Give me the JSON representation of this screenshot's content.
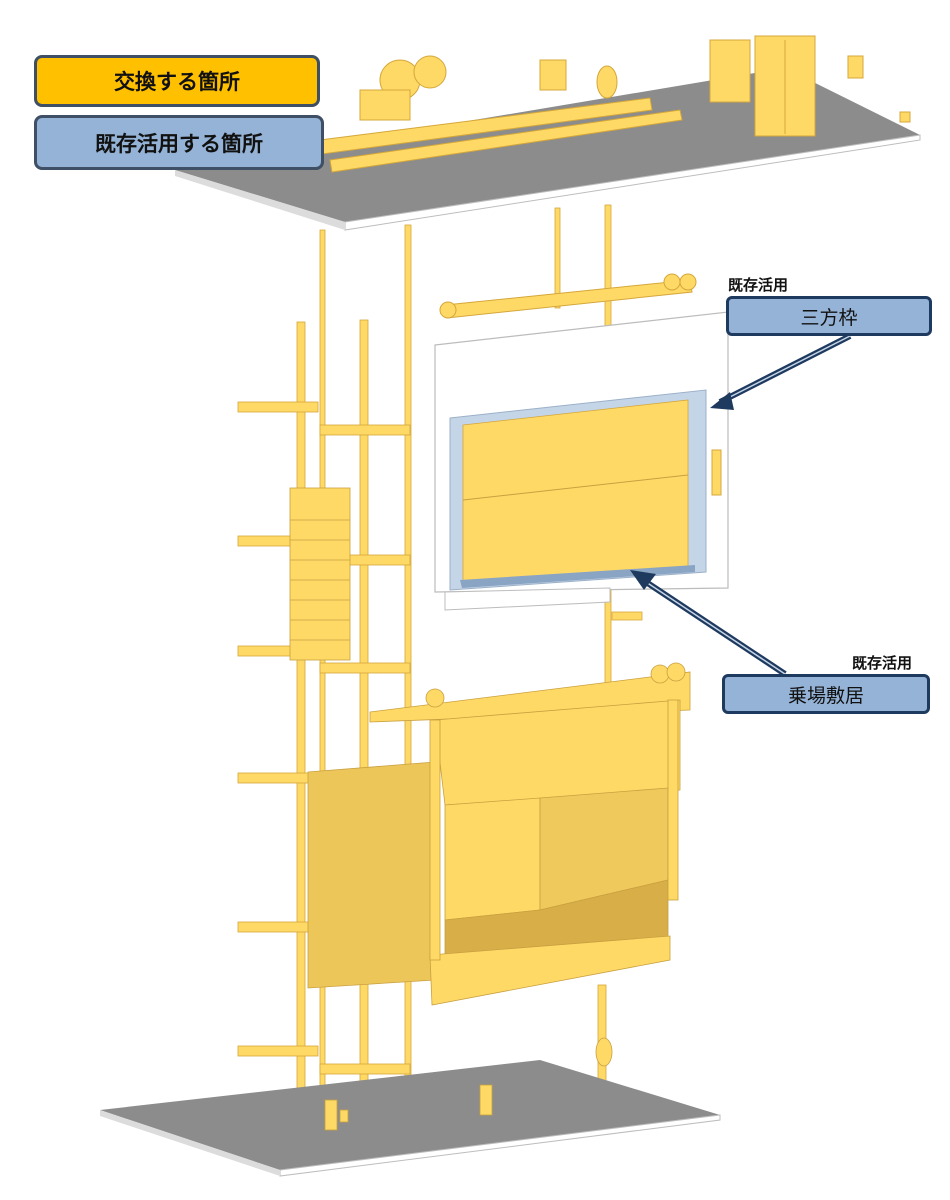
{
  "legend": {
    "replace_label": "交換する箇所",
    "reuse_label": "既存活用する箇所"
  },
  "callouts": [
    {
      "tag": "既存活用",
      "label": "三方枠"
    },
    {
      "tag": "既存活用",
      "label": "乗場敷居"
    }
  ],
  "colors": {
    "replace": "#ffc000",
    "reuse": "#95b3d7",
    "equipment": "#ffd966",
    "slab": "#8c8c8c",
    "arrow": "#1f3a5f",
    "border": "#3e4f66"
  }
}
